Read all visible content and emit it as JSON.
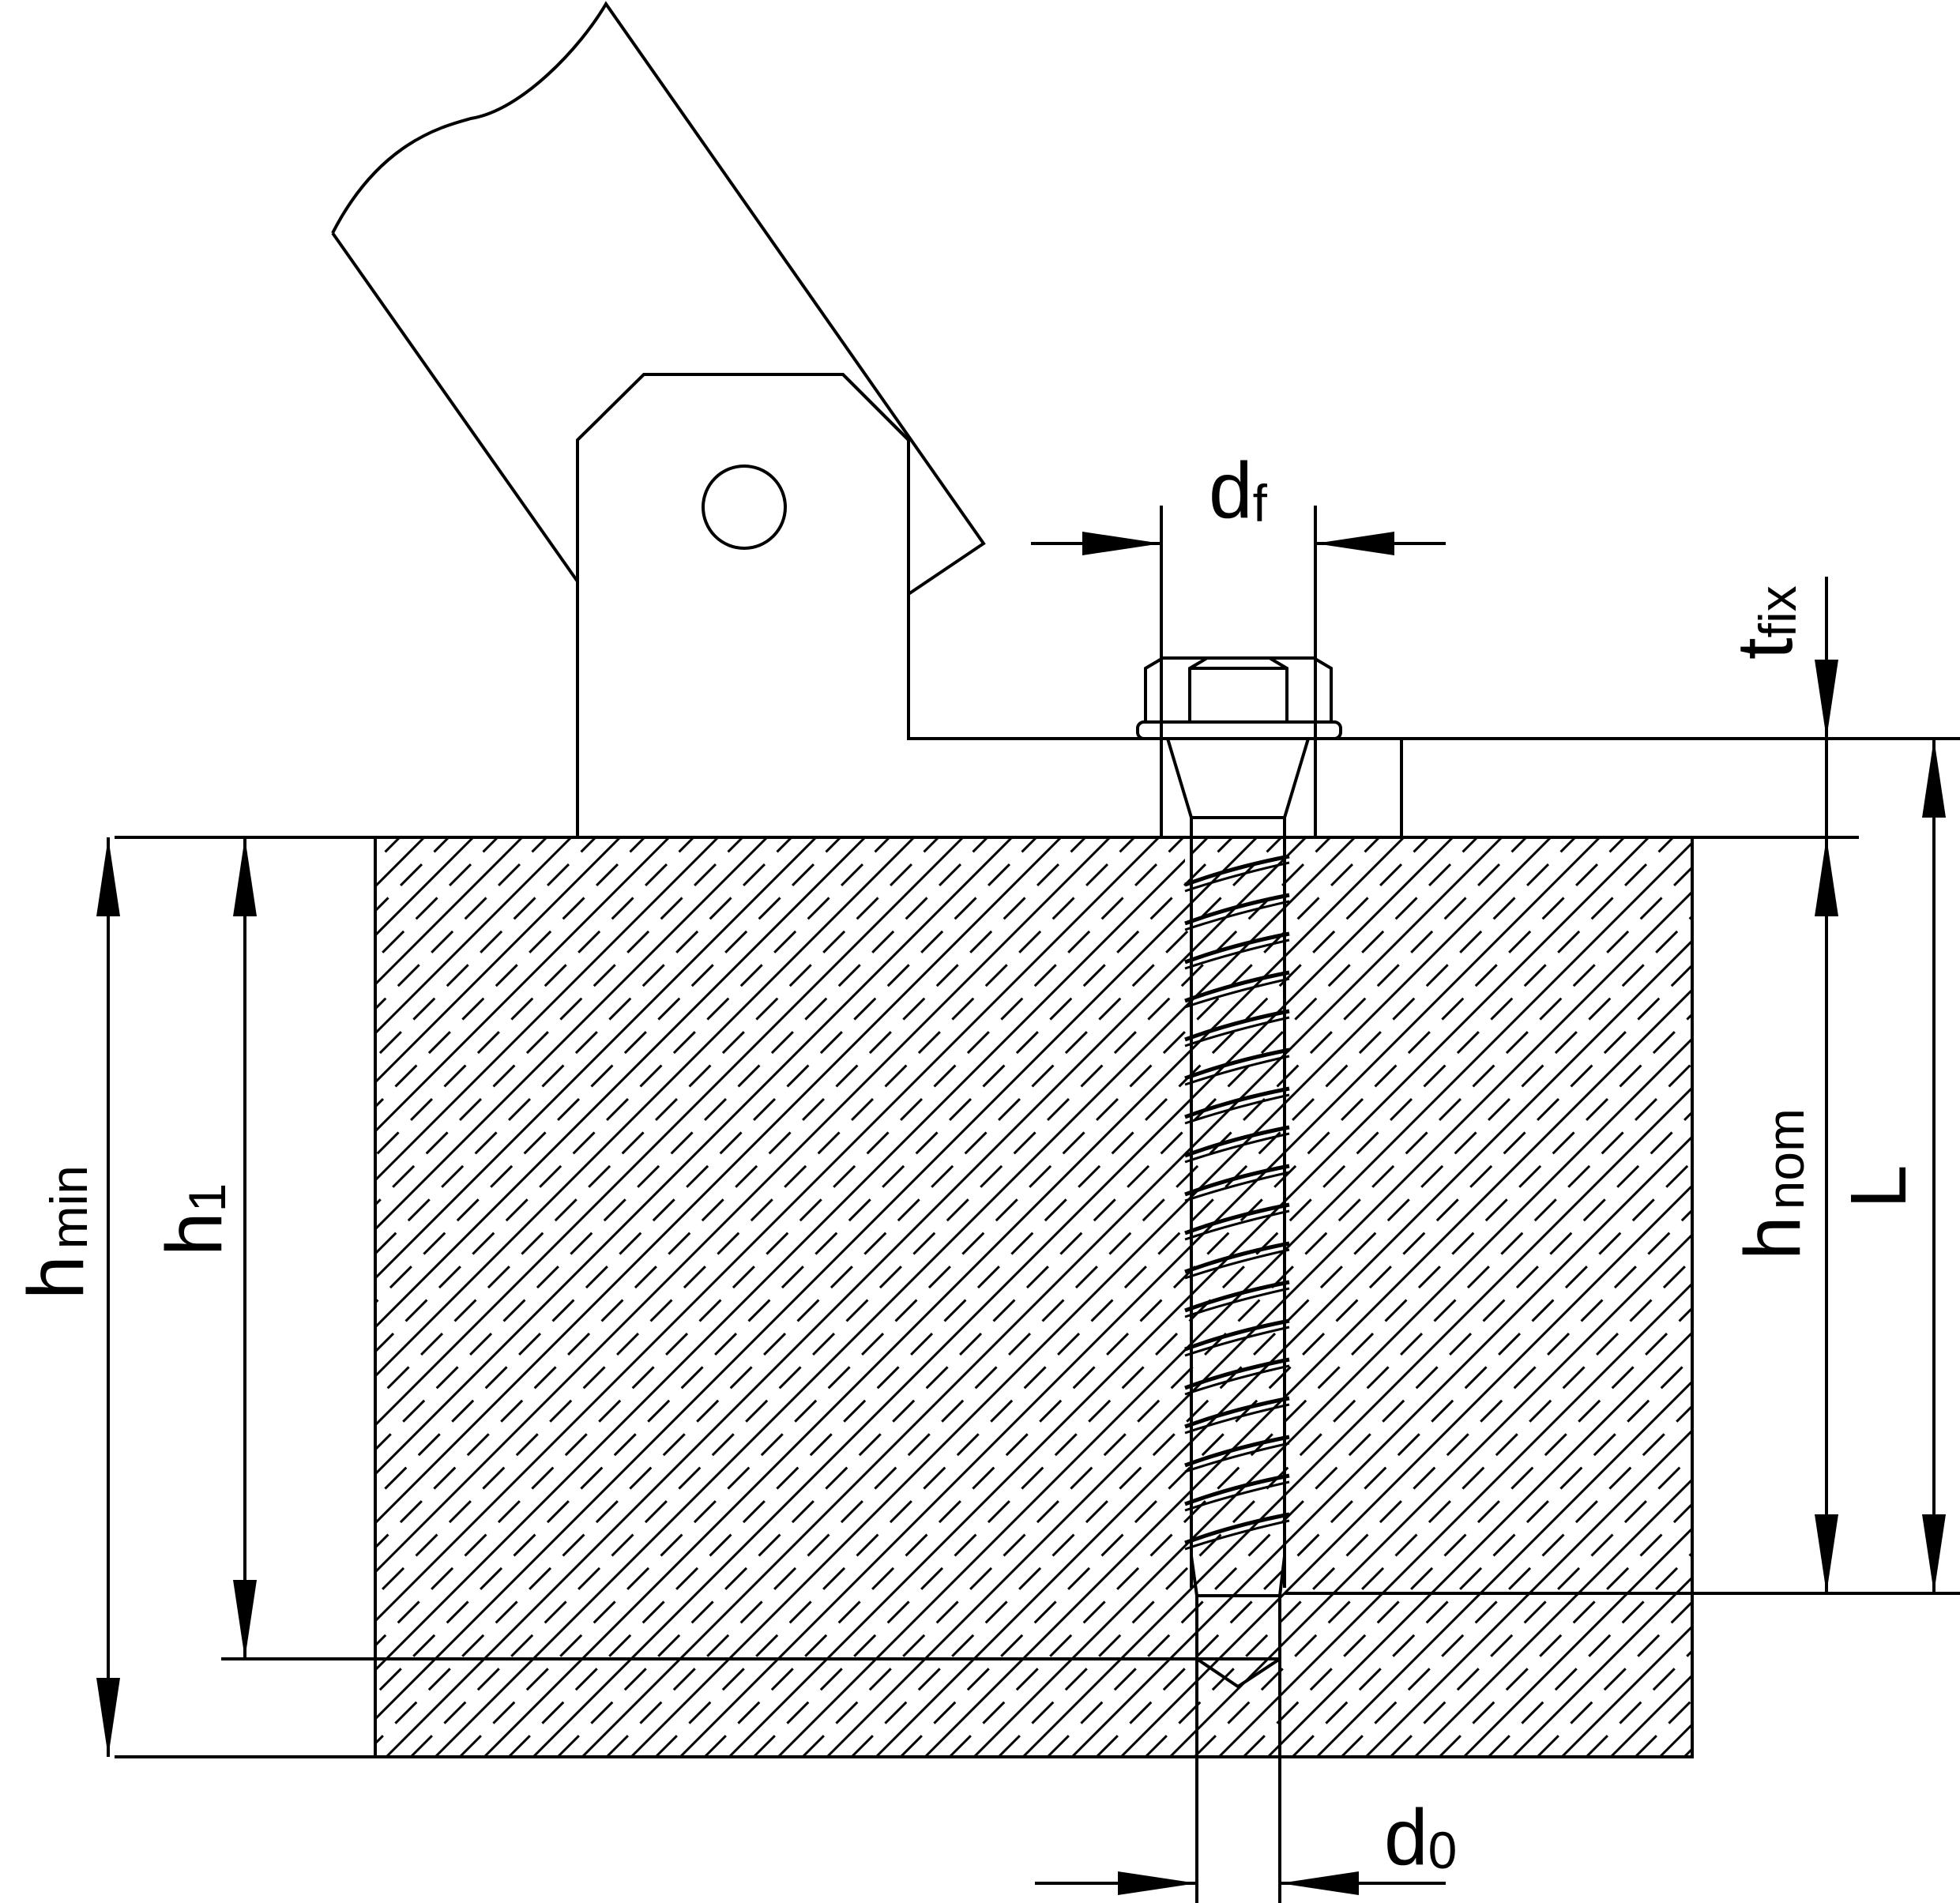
{
  "labels": {
    "d_f": {
      "main": "d",
      "sub": "f"
    },
    "t_fix": {
      "main": "t",
      "sub": "fix"
    },
    "h_min": {
      "main": "h",
      "sub": "min"
    },
    "h_1": {
      "main": "h",
      "sub": "1"
    },
    "h_nom": {
      "main": "h",
      "sub": "nom"
    },
    "L": {
      "main": "L"
    },
    "d_0": {
      "main": "d",
      "sub": "0"
    }
  },
  "colors": {
    "line": "#000000",
    "background": "#ffffff"
  }
}
